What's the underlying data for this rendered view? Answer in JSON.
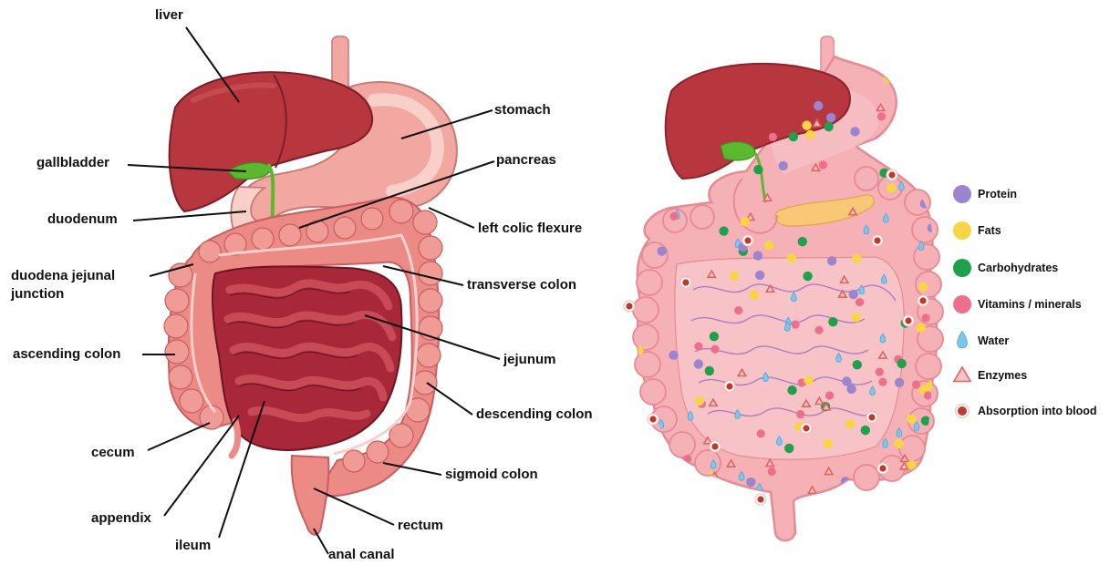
{
  "labels": {
    "liver": "liver",
    "gallbladder": "gallbladder",
    "duodenum": "duodenum",
    "duodenajejunal_line1": "duodena jejunal",
    "duodenajejunal_line2": "junction",
    "ascending_colon": "ascending colon",
    "cecum": "cecum",
    "appendix": "appendix",
    "ileum": "ileum",
    "anal_canal": "anal canal",
    "stomach": "stomach",
    "pancreas": "pancreas",
    "left_colic_flexure": "left colic flexure",
    "transverse_colon": "transverse colon",
    "jejunum": "jejunum",
    "descending_colon": "descending colon",
    "sigmoid_colon": "sigmoid colon",
    "rectum": "rectum"
  },
  "legend": {
    "items": [
      {
        "label": "Protein",
        "icon": "protein-dot-icon",
        "color": "#9b85cf"
      },
      {
        "label": "Fats",
        "icon": "fats-dot-icon",
        "color": "#f8d545"
      },
      {
        "label": "Carbohydrates",
        "icon": "carbohydrates-dot-icon",
        "color": "#1fa04c"
      },
      {
        "label": "Vitamins / minerals",
        "icon": "vitamins-dot-icon",
        "color": "#ee6f8b"
      },
      {
        "label": "Water",
        "icon": "water-drop-icon",
        "color": "#7fc6ec"
      },
      {
        "label": "Enzymes",
        "icon": "enzyme-triangle-icon",
        "color": "#e0645e"
      },
      {
        "label": "Absorption into blood",
        "icon": "blood-dot-icon",
        "color": "#c0392b"
      }
    ]
  },
  "colors": {
    "liver": "#b8363d",
    "liver_dark": "#8f232b",
    "gallbladder": "#5cb82e",
    "stomach": "#f2a7a0",
    "stomach_light": "#f9cfc9",
    "pancreas": "#f5b537",
    "colon": "#ec8a86",
    "colon_dark": "#d9646a",
    "small_intestine": "#a8283a",
    "small_intestine_light": "#c94a57",
    "pink_gut": "#f5b1b6",
    "pink_gut_dark": "#e78a94",
    "pointer": "#111111"
  }
}
